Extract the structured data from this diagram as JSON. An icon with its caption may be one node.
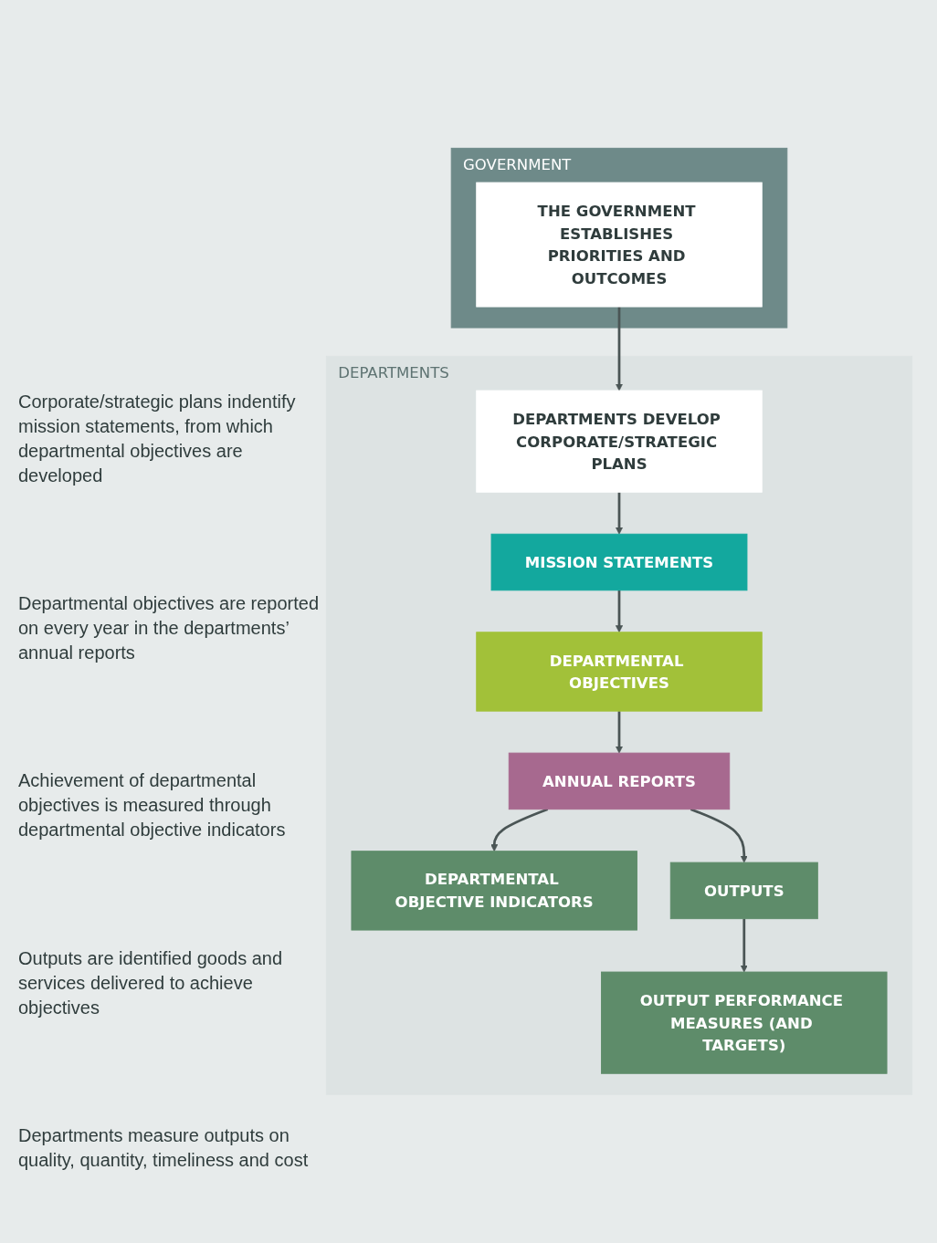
{
  "diagram": {
    "nodes": [
      {
        "text": [
          "GOVERNMENT"
        ]
      },
      {
        "text": [
          "THE GOVERNMENT ESTABLISHES PRIORITIES AND OUTCOMES"
        ],
        "in": 0
      },
      {
        "text": [
          "DEPARTMENTS"
        ]
      },
      {
        "text": [
          "DEPARTMENTS DEVELOP CORPORATE/STRATEGIC PLANS"
        ],
        "in": 2
      },
      {
        "text": [
          "MISSION STATEMENTS"
        ],
        "in": 2
      },
      {
        "text": [
          "DEPARTMENTAL OBJECTIVES"
        ],
        "in": 2
      },
      {
        "text": [
          "ANNUAL REPORTS"
        ],
        "in": 2
      },
      {
        "text": [
          "DEPARTMENTAL OBJECTIVE INDICATORS"
        ],
        "in": 2
      },
      {
        "text": [
          "OUTPUTS"
        ],
        "in": 2
      },
      {
        "text": [
          "OUTPUT PERFORMANCE MEASURES (AND TARGETS)"
        ],
        "in": 2
      }
    ],
    "edges": [
      {
        "from": 1,
        "to": 3,
        "arrow": "to"
      },
      {
        "from": 3,
        "to": 4,
        "arrow": "to"
      },
      {
        "from": 4,
        "to": 5,
        "arrow": "to"
      },
      {
        "from": 5,
        "to": 6,
        "arrow": "to"
      },
      {
        "from": 6,
        "to": 7,
        "arrow": "to"
      },
      {
        "from": 6,
        "to": 8,
        "arrow": "to"
      },
      {
        "from": 8,
        "to": 9,
        "arrow": "to"
      }
    ],
    "labels": [
      "Corporate/strategic plans indentify mission statements, from which departmental objectives are developed",
      "Departmental objectives are reported on every year in the departments’ annual reports",
      "Achievement of departmental objectives is measured through departmental objective indicators",
      "Outputs are identified goods and services delivered to achieve objectives",
      "Departments measure outputs on quality, quantity, timeliness and cost"
    ]
  }
}
